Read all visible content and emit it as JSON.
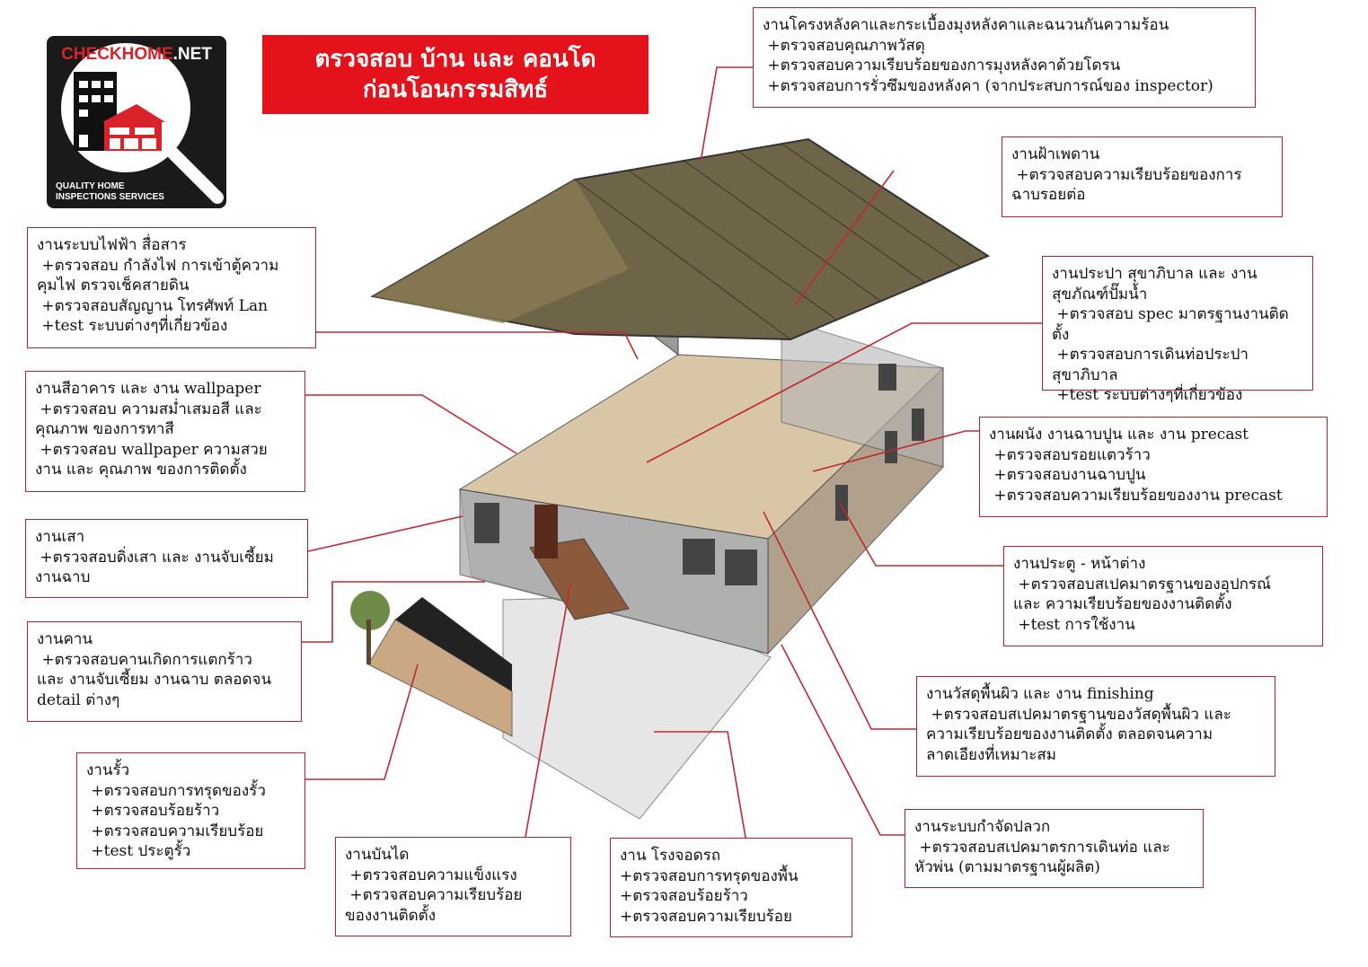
{
  "logo": {
    "brand": "CHECKHOME.NET",
    "tagline": "QUALITY HOME INSPECTIONS SERVICES"
  },
  "title": {
    "line1": "ตรวจสอบ บ้าน และ คอนโด",
    "line2": "ก่อนโอนกรรมสิทธ์"
  },
  "colors": {
    "accent": "#e3121b",
    "border": "#b8222a"
  },
  "callouts": [
    {
      "id": "roof",
      "lines": [
        "งานโครงหลังคาและกระเบื้องมุงหลังคาและฉนวนกันความร้อน",
        " +ตรวจสอบคุณภาพวัสดุ",
        " +ตรวจสอบความเรียบร้อยของการมุงหลังคาด้วยโดรน",
        " +ตรวจสอบการรั่วซึมของหลังคา (จากประสบการณ์ของ inspector)"
      ]
    },
    {
      "id": "ceiling",
      "lines": [
        "งานฝ้าเพดาน",
        " +ตรวจสอบความเรียบร้อยของการ",
        "ฉาบรอยต่อ"
      ]
    },
    {
      "id": "plumbing",
      "lines": [
        "งานประปา สุขาภิบาล และ งาน",
        "สุขภัณฑ์ปั๊มน้ำ",
        " +ตรวจสอบ spec มาตรฐานงานติดตั้ง",
        " +ตรวจสอบการเดินท่อประปา",
        "สุขาภิบาล",
        " +test ระบบต่างๆที่เกี่ยวข้อง"
      ]
    },
    {
      "id": "wall",
      "lines": [
        "งานผนัง งานฉาบปูน และ งาน precast",
        " +ตรวจสอบรอยแตวร้าว",
        " +ตรวจสอบงานฉาบปูน",
        " +ตรวจสอบความเรียบร้อยของงาน precast"
      ]
    },
    {
      "id": "door-window",
      "lines": [
        "งานประตู - หน้าต่าง",
        " +ตรวจสอบสเปคมาตรฐานของอุปกรณ์",
        "และ ความเรียบร้อยของงานติดตั้ง",
        " +test การใช้งาน"
      ]
    },
    {
      "id": "floor",
      "lines": [
        "งานวัสดุพื้นผิว และ งาน finishing",
        " +ตรวจสอบสเปคมาตรฐานของวัสดุพื้นผิว และ",
        "ความเรียบร้อยของงานติดตั้ง ตลอดจนความ",
        "ลาดเอียงที่เหมาะสม"
      ]
    },
    {
      "id": "septic",
      "lines": [
        "งานระบบกำจัดปลวก",
        " +ตรวจสอบสเปคมาตรการเดินท่อ และ",
        "หัวพ่น (ตามมาตรฐานผู้ผลิต)"
      ]
    },
    {
      "id": "garage",
      "lines": [
        "งาน โรงจอดรถ",
        "+ตรวจสอบการทรุดของพื้น",
        "+ตรวจสอบร้อยร้าว",
        "+ตรวจสอบความเรียบร้อย"
      ]
    },
    {
      "id": "stairs",
      "lines": [
        "งานบันได",
        " +ตรวจสอบความแข็งแรง",
        " +ตรวจสอบความเรียบร้อย",
        "ของงานติดตั้ง"
      ]
    },
    {
      "id": "fence",
      "lines": [
        "งานรั้ว",
        " +ตรวจสอบการทรุดของรั้ว",
        " +ตรวจสอบร้อยร้าว",
        " +ตรวจสอบความเรียบร้อย",
        " +test ประตูรั้ว"
      ]
    },
    {
      "id": "beam",
      "lines": [
        "งานคาน",
        " +ตรวจสอบคานเกิดการแตกร้าว",
        "และ งานจับเซี้ยม งานฉาบ ตลอดจน",
        "detail ต่างๆ"
      ]
    },
    {
      "id": "column",
      "lines": [
        "งานเสา",
        " +ตรวจสอบดิ่งเสา และ งานจับเซี้ยม",
        "งานฉาบ"
      ]
    },
    {
      "id": "paint",
      "lines": [
        "งานสีอาคาร และ งาน wallpaper",
        " +ตรวจสอบ ความสม่ำเสมอสี และ",
        "คุณภาพ ของการทาสี",
        " +ตรวจสอบ wallpaper ความสวย",
        "งาน และ คุณภาพ ของการติดตั้ง"
      ]
    },
    {
      "id": "electrical",
      "lines": [
        "งานระบบไฟฟ้า สื่อสาร",
        " +ตรวจสอบ กำลังไฟ การเข้าตู้ความ",
        "คุมไฟ ตรวจเช็คสายดิน",
        " +ตรวจสอบสัญญาน โทรศัพท์ Lan",
        " +test ระบบต่างๆที่เกี่ยวข้อง"
      ]
    }
  ]
}
